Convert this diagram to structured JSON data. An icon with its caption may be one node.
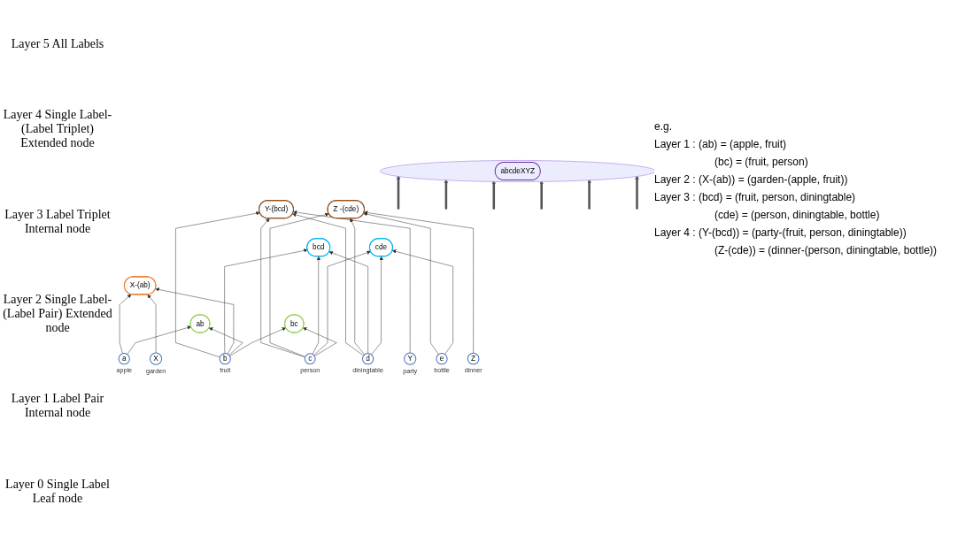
{
  "diagram": {
    "nodes": [
      {
        "text": [
          "abcdeXYZ"
        ]
      },
      {
        "text": [
          "Y-(bcd)"
        ]
      },
      {
        "text": [
          "Z -(cde)"
        ]
      },
      {
        "text": [
          "bcd"
        ]
      },
      {
        "text": [
          "cde"
        ]
      },
      {
        "text": [
          "X-(ab)"
        ]
      },
      {
        "text": [
          "ab"
        ]
      },
      {
        "text": [
          "bc"
        ]
      },
      {
        "text": [
          "a"
        ],
        "beside": [
          "apple"
        ]
      },
      {
        "text": [
          "X"
        ],
        "beside": [
          "garden"
        ]
      },
      {
        "text": [
          "b"
        ],
        "beside": [
          "fruit"
        ]
      },
      {
        "text": [
          "Y"
        ],
        "beside": [
          "party"
        ]
      },
      {
        "text": [
          "c"
        ],
        "beside": [
          "person"
        ]
      },
      {
        "text": [
          "d"
        ],
        "beside": [
          "diningtable"
        ]
      },
      {
        "text": [
          "e"
        ],
        "beside": [
          "bottle"
        ]
      },
      {
        "text": [
          "Z"
        ],
        "beside": [
          "dinner"
        ]
      }
    ],
    "edges": [
      {
        "from": null,
        "to": 0,
        "arrow": "to",
        "style": "thick"
      },
      {
        "from": null,
        "to": 0,
        "arrow": "to",
        "style": "thick"
      },
      {
        "from": null,
        "to": 0,
        "arrow": "to",
        "style": "thick"
      },
      {
        "from": null,
        "to": 0,
        "arrow": "to",
        "style": "thick"
      },
      {
        "from": null,
        "to": 0,
        "arrow": "to",
        "style": "thick"
      },
      {
        "from": null,
        "to": 0,
        "arrow": "to",
        "style": "thick"
      },
      {
        "from": 10,
        "to": 1,
        "arrow": "to"
      },
      {
        "from": 11,
        "to": 1,
        "arrow": "to"
      },
      {
        "from": 12,
        "to": 1,
        "arrow": "to"
      },
      {
        "from": 13,
        "to": 1,
        "arrow": "to"
      },
      {
        "from": 12,
        "to": 2,
        "arrow": "to"
      },
      {
        "from": 13,
        "to": 2,
        "arrow": "to"
      },
      {
        "from": 14,
        "to": 2,
        "arrow": "to"
      },
      {
        "from": 15,
        "to": 2,
        "arrow": "to"
      },
      {
        "from": 10,
        "to": 3,
        "arrow": "to"
      },
      {
        "from": 12,
        "to": 3,
        "arrow": "to"
      },
      {
        "from": 13,
        "to": 3,
        "arrow": "to"
      },
      {
        "from": 12,
        "to": 4,
        "arrow": "to"
      },
      {
        "from": 13,
        "to": 4,
        "arrow": "to"
      },
      {
        "from": 14,
        "to": 4,
        "arrow": "to"
      },
      {
        "from": 8,
        "to": 5,
        "arrow": "to"
      },
      {
        "from": 9,
        "to": 5,
        "arrow": "to"
      },
      {
        "from": 10,
        "to": 5,
        "arrow": "to"
      },
      {
        "from": 8,
        "to": 6,
        "arrow": "to"
      },
      {
        "from": 10,
        "to": 6,
        "arrow": "to"
      },
      {
        "from": 10,
        "to": 7,
        "arrow": "to"
      },
      {
        "from": 12,
        "to": 7,
        "arrow": "to"
      }
    ],
    "labels": [
      "Layer 5 All Labels",
      "Layer 4 Single Label- (Label Triplet) Extended node",
      "Layer 3 Label Triplet Internal node",
      "Layer 2 Single Label- (Label Pair) Extended node",
      "Layer 1 Label Pair Internal node",
      "Layer 0 Single Label Leaf node",
      "e.g.",
      "Layer 1 : (ab) = (apple, fruit)",
      "(bc) = (fruit, person)",
      "Layer 2 : (X-(ab)) = (garden-(apple, fruit))",
      "Layer 3 : (bcd) = (fruit, person, diningtable)",
      "(cde) = (person, diningtable, bottle)",
      "Layer 4 : (Y-(bcd)) = (party-(fruit, person, diningtable))",
      "(Z-(cde)) = (dinner-(person, diningtable, bottle))"
    ]
  }
}
